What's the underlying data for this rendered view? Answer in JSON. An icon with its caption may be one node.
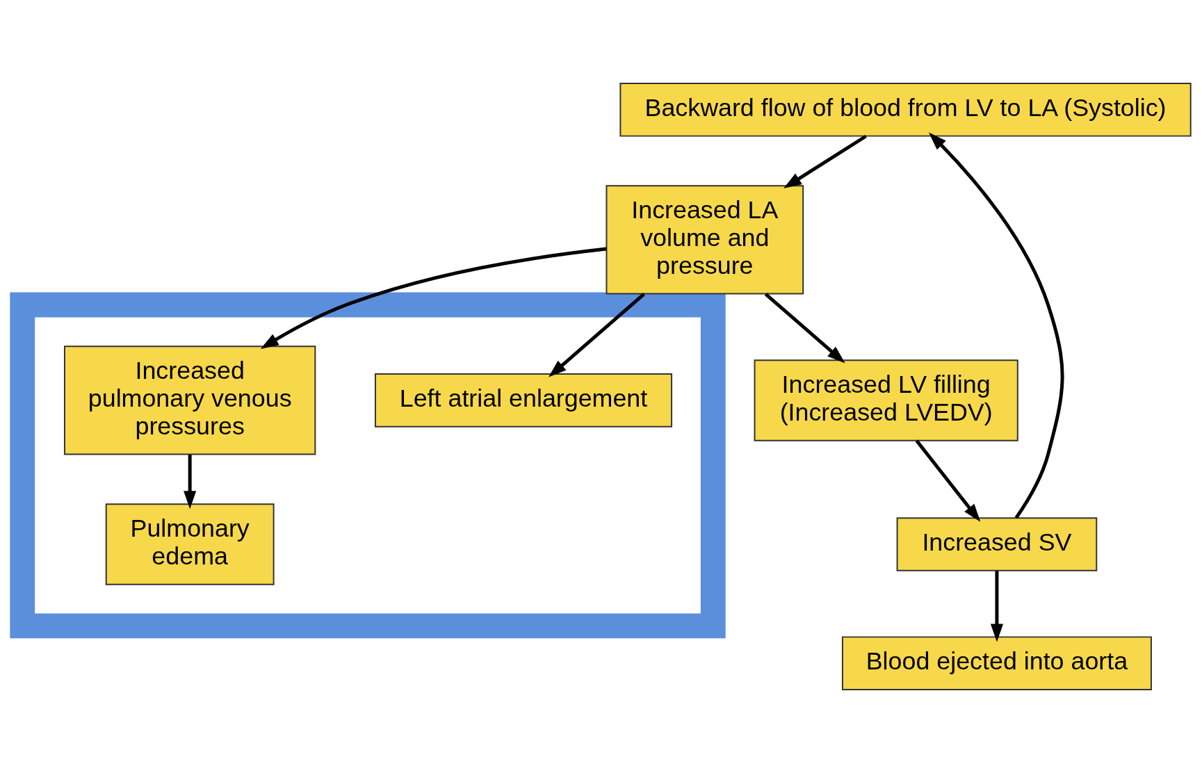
{
  "diagram": {
    "nodes": [
      {
        "text": [
          "Backward flow of blood from LV to LA (Systolic)"
        ]
      },
      {
        "text": [
          "Increased LA volume and pressure"
        ]
      },
      {
        "text": [
          "Increased LV filling (Increased LVEDV)"
        ]
      },
      {
        "text": [
          "Increased SV"
        ]
      },
      {
        "text": [
          "Blood ejected into aorta"
        ]
      },
      {
        "text": [],
        "shape": "box"
      },
      {
        "text": [
          "Left atrial enlargement"
        ],
        "in": 5
      },
      {
        "text": [
          "Increased pulmonary venous pressures"
        ],
        "in": 5
      },
      {
        "text": [
          "Pulmonary edema"
        ],
        "in": 5
      }
    ],
    "edges": [
      {
        "from": 0,
        "to": 1,
        "arrow": "to"
      },
      {
        "from": 1,
        "to": 6,
        "arrow": "to"
      },
      {
        "from": 1,
        "to": 7,
        "arrow": "to"
      },
      {
        "from": 1,
        "to": 2,
        "arrow": "to"
      },
      {
        "from": 2,
        "to": 3,
        "arrow": "to"
      },
      {
        "from": 3,
        "to": 0,
        "arrow": "to"
      },
      {
        "from": 3,
        "to": 4,
        "arrow": "to"
      },
      {
        "from": 7,
        "to": 8,
        "arrow": "to"
      }
    ]
  }
}
